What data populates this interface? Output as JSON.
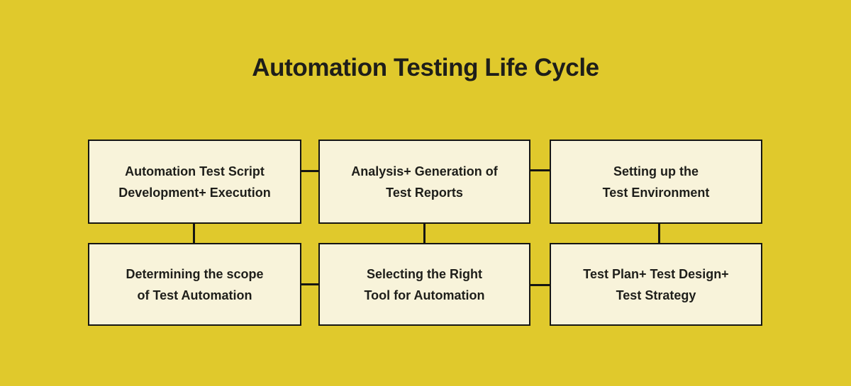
{
  "title": "Automation Testing Life Cycle",
  "colors": {
    "background": "#e0c92c",
    "box_fill": "#f8f3da",
    "line": "#161613",
    "text": "#1e1e1a"
  },
  "boxes": [
    {
      "lines": [
        "Automation Test Script",
        "Development+ Execution"
      ]
    },
    {
      "lines": [
        "Analysis+ Generation of",
        "Test Reports"
      ]
    },
    {
      "lines": [
        "Setting up the",
        "Test Environment"
      ]
    },
    {
      "lines": [
        "Determining the scope",
        "of Test Automation"
      ]
    },
    {
      "lines": [
        "Selecting the Right",
        "Tool for Automation"
      ]
    },
    {
      "lines": [
        "Test Plan+ Test Design+",
        "Test Strategy"
      ]
    }
  ]
}
